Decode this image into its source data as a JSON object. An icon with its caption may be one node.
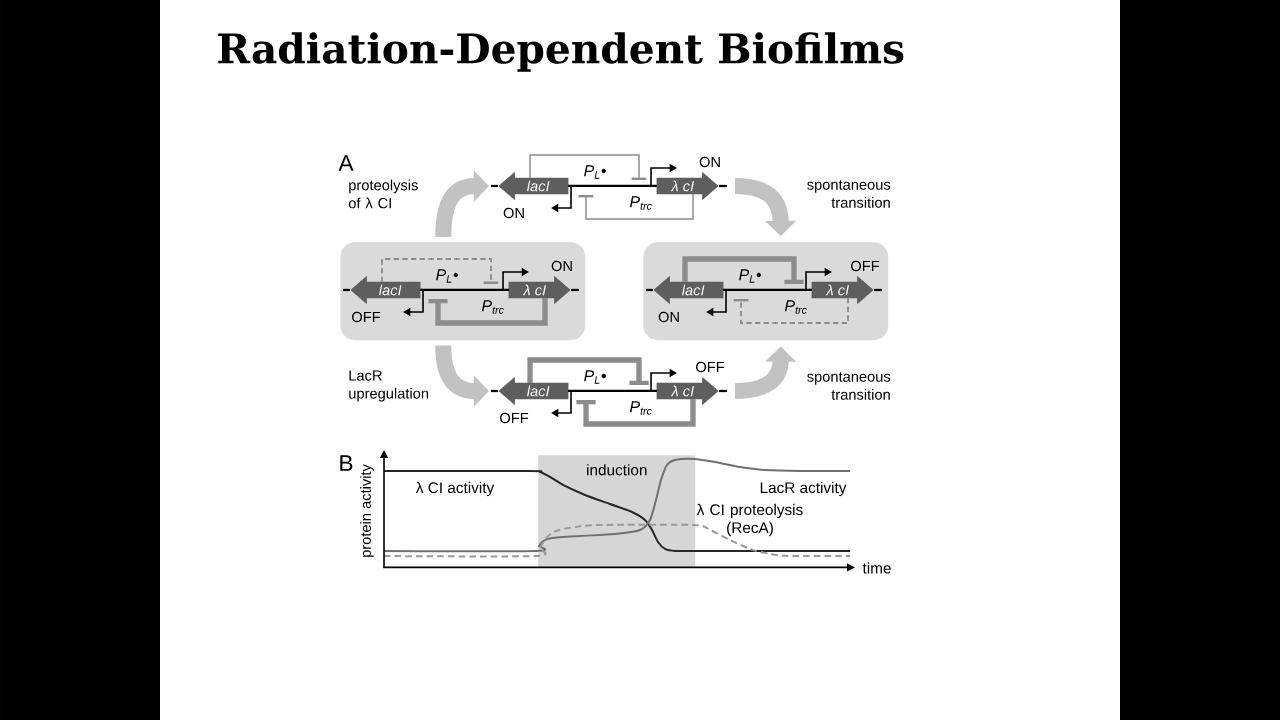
{
  "diagram": {
    "title": "Radiation-Dependent Biofilms",
    "nodes": [
      {
        "text": [
          "lacI"
        ]
      },
      {
        "text": [
          "λ cI"
        ]
      },
      {
        "text": [],
        "shape": "box"
      },
      {
        "text": [
          "lacI"
        ],
        "in": 2
      },
      {
        "text": [
          "λ cI"
        ],
        "in": 2
      },
      {
        "text": [],
        "shape": "box"
      },
      {
        "text": [
          "lacI"
        ],
        "in": 5
      },
      {
        "text": [
          "λ cI"
        ],
        "in": 5
      },
      {
        "text": [
          "lacI"
        ]
      },
      {
        "text": [
          "λ cI"
        ]
      },
      {
        "text": [
          "induction"
        ]
      }
    ],
    "edges": [
      {
        "from": 2,
        "to": 0,
        "arrow": "to",
        "label": "proteolysis of λ CI",
        "style": "thick",
        "color": "#c2c2c2"
      },
      {
        "from": 1,
        "to": 5,
        "arrow": "to",
        "label": "spontaneous transition",
        "style": "thick",
        "color": "#c2c2c2"
      },
      {
        "from": 2,
        "to": 8,
        "arrow": "to",
        "label": "LacR upregulation",
        "style": "thick",
        "color": "#c2c2c2"
      },
      {
        "from": 9,
        "to": 5,
        "arrow": "to",
        "label": "spontaneous transition",
        "style": "thick",
        "color": "#c2c2c2"
      },
      {
        "from": 0,
        "to": 1,
        "arrow": "other"
      },
      {
        "from": 1,
        "to": 0,
        "arrow": "other"
      },
      {
        "from": 3,
        "to": 4,
        "arrow": "other",
        "style": "dashed"
      },
      {
        "from": 4,
        "to": 3,
        "arrow": "other",
        "style": "thick"
      },
      {
        "from": 6,
        "to": 7,
        "arrow": "other",
        "style": "thick"
      },
      {
        "from": 7,
        "to": 6,
        "arrow": "other",
        "style": "dashed"
      },
      {
        "from": 8,
        "to": 9,
        "arrow": "other",
        "style": "thick"
      },
      {
        "from": 9,
        "to": 8,
        "arrow": "other",
        "style": "thick"
      },
      {
        "from": 0,
        "to": 1,
        "arrow": "none",
        "color": "#000000"
      },
      {
        "from": 3,
        "to": 4,
        "arrow": "none",
        "color": "#000000"
      },
      {
        "from": 6,
        "to": 7,
        "arrow": "none",
        "color": "#000000"
      },
      {
        "from": 8,
        "to": 9,
        "arrow": "none",
        "color": "#000000"
      }
    ],
    "labels": [
      "A",
      "P$_{L}$•",
      "ON",
      "P$_{trc}$",
      "ON",
      "P$_{L}$•",
      "ON",
      "P$_{trc}$",
      "OFF",
      "P$_{L}$•",
      "OFF",
      "P$_{trc}$",
      "ON",
      "P$_{L}$•",
      "OFF",
      "P$_{trc}$",
      "OFF",
      "B",
      "protein activity",
      "λ CI activity",
      "LacR activity",
      "λ CI proteolysis (RecA)",
      "time"
    ]
  }
}
